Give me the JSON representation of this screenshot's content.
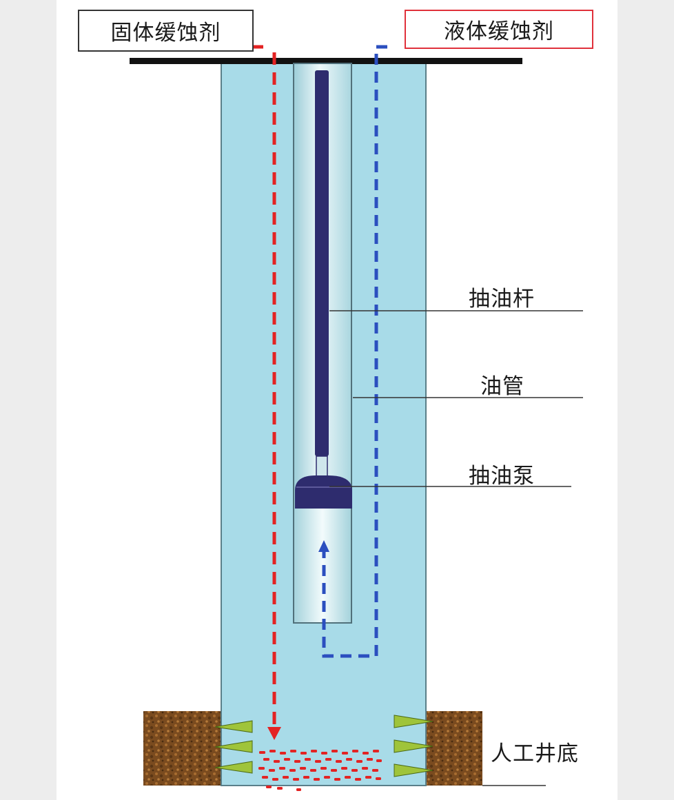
{
  "labels": {
    "solid_inhibitor": "固体缓蚀剂",
    "liquid_inhibitor": "液体缓蚀剂",
    "sucker_rod": "抽油杆",
    "tubing": "油管",
    "pump": "抽油泵",
    "artificial_bottom": "人工井底"
  },
  "colors": {
    "casing_fill": "#a8dbe8",
    "tubing_fill": "#cfe9ee",
    "rod_fill": "#2e2c6e",
    "wellhead": "#111111",
    "solid_path": "#e32323",
    "liquid_path": "#2b4fbf",
    "formation": "#7a4b1f",
    "perforation": "#9fc43a",
    "liquid_box_border": "#e0303a",
    "solid_box_border": "#333333"
  }
}
